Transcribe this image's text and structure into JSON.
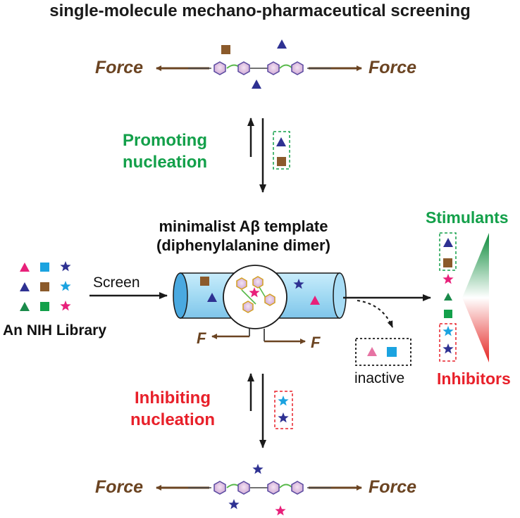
{
  "title": "single-molecule mechano-pharmaceutical screening",
  "top": {
    "force_left": "Force",
    "force_right": "Force"
  },
  "bottom": {
    "force_left": "Force",
    "force_right": "Force"
  },
  "promoting": {
    "line1": "Promoting",
    "line2": "nucleation"
  },
  "inhibiting": {
    "line1": "Inhibiting",
    "line2": "nucleation"
  },
  "template": {
    "line1": "minimalist Aβ template",
    "line2": "(diphenylalanine dimer)"
  },
  "screen_label": "Screen",
  "library_label": "An NIH Library",
  "f_left": "F",
  "f_right": "F",
  "inactive_label": "inactive",
  "stimulants_label": "Stimulants",
  "inhibitors_label": "Inhibitors",
  "colors": {
    "force_brown": "#6b4422",
    "promote_green": "#13a04a",
    "inhibit_red": "#e8202a",
    "navy": "#2e3192",
    "brown": "#8b5a2b",
    "magenta": "#e8207a",
    "cyan": "#1ba3e0",
    "green": "#1a8a4a",
    "tube": "#a7dcf5"
  }
}
